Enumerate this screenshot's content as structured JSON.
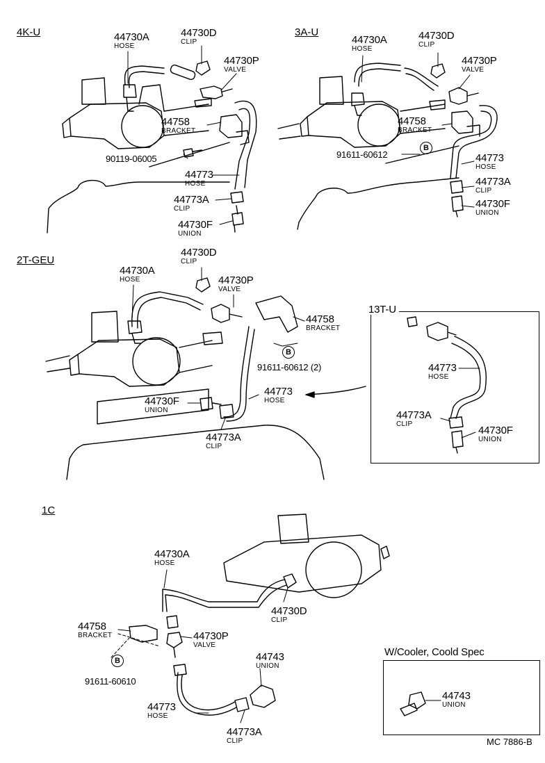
{
  "sections": {
    "s4ku": "4K-U",
    "s3au": "3A-U",
    "s2tgeu": "2T-GEU",
    "s13tu": "13T-U",
    "s1c": "1C",
    "cooler": "W/Cooler, Coold Spec"
  },
  "callouts": {
    "a_44730A": {
      "pn": "44730A",
      "desc": "HOSE"
    },
    "a_44730D": {
      "pn": "44730D",
      "desc": "CLIP"
    },
    "a_44730P": {
      "pn": "44730P",
      "desc": "VALVE"
    },
    "a_44758": {
      "pn": "44758",
      "desc": "BRACKET"
    },
    "a_90119": {
      "pn": "90119-06005"
    },
    "a_44773": {
      "pn": "44773",
      "desc": "HOSE"
    },
    "a_44773A": {
      "pn": "44773A",
      "desc": "CLIP"
    },
    "a_44730F": {
      "pn": "44730F",
      "desc": "UNION"
    },
    "b_44730A": {
      "pn": "44730A",
      "desc": "HOSE"
    },
    "b_44730D": {
      "pn": "44730D",
      "desc": "CLIP"
    },
    "b_44730P": {
      "pn": "44730P",
      "desc": "VALVE"
    },
    "b_44758": {
      "pn": "44758",
      "desc": "BRACKET"
    },
    "b_91611": {
      "pn": "91611-60612",
      "marker": "B"
    },
    "b_44773": {
      "pn": "44773",
      "desc": "HOSE"
    },
    "b_44773A": {
      "pn": "44773A",
      "desc": "CLIP"
    },
    "b_44730F": {
      "pn": "44730F",
      "desc": "UNION"
    },
    "c_44730D": {
      "pn": "44730D",
      "desc": "CLIP"
    },
    "c_44730A": {
      "pn": "44730A",
      "desc": "HOSE"
    },
    "c_44730P": {
      "pn": "44730P",
      "desc": "VALVE"
    },
    "c_44758": {
      "pn": "44758",
      "desc": "BRACKET"
    },
    "c_91611": {
      "pn": "91611-60612 (2)",
      "marker": "B"
    },
    "c_44773": {
      "pn": "44773",
      "desc": "HOSE"
    },
    "c_44730F": {
      "pn": "44730F",
      "desc": "UNION"
    },
    "c_44773A": {
      "pn": "44773A",
      "desc": "CLIP"
    },
    "d_44773": {
      "pn": "44773",
      "desc": "HOSE"
    },
    "d_44773A": {
      "pn": "44773A",
      "desc": "CLIP"
    },
    "d_44730F": {
      "pn": "44730F",
      "desc": "UNION"
    },
    "e_44730A": {
      "pn": "44730A",
      "desc": "HOSE"
    },
    "e_44730D": {
      "pn": "44730D",
      "desc": "CLIP"
    },
    "e_44758": {
      "pn": "44758",
      "desc": "BRACKET"
    },
    "e_44730P": {
      "pn": "44730P",
      "desc": "VALVE"
    },
    "e_91611": {
      "pn": "91611-60610",
      "marker": "B"
    },
    "e_44743": {
      "pn": "44743",
      "desc": "UNION"
    },
    "e_44773": {
      "pn": "44773",
      "desc": "HOSE"
    },
    "e_44773A": {
      "pn": "44773A",
      "desc": "CLIP"
    },
    "f_44743": {
      "pn": "44743",
      "desc": "UNION"
    }
  },
  "reference": "MC 7886-B"
}
